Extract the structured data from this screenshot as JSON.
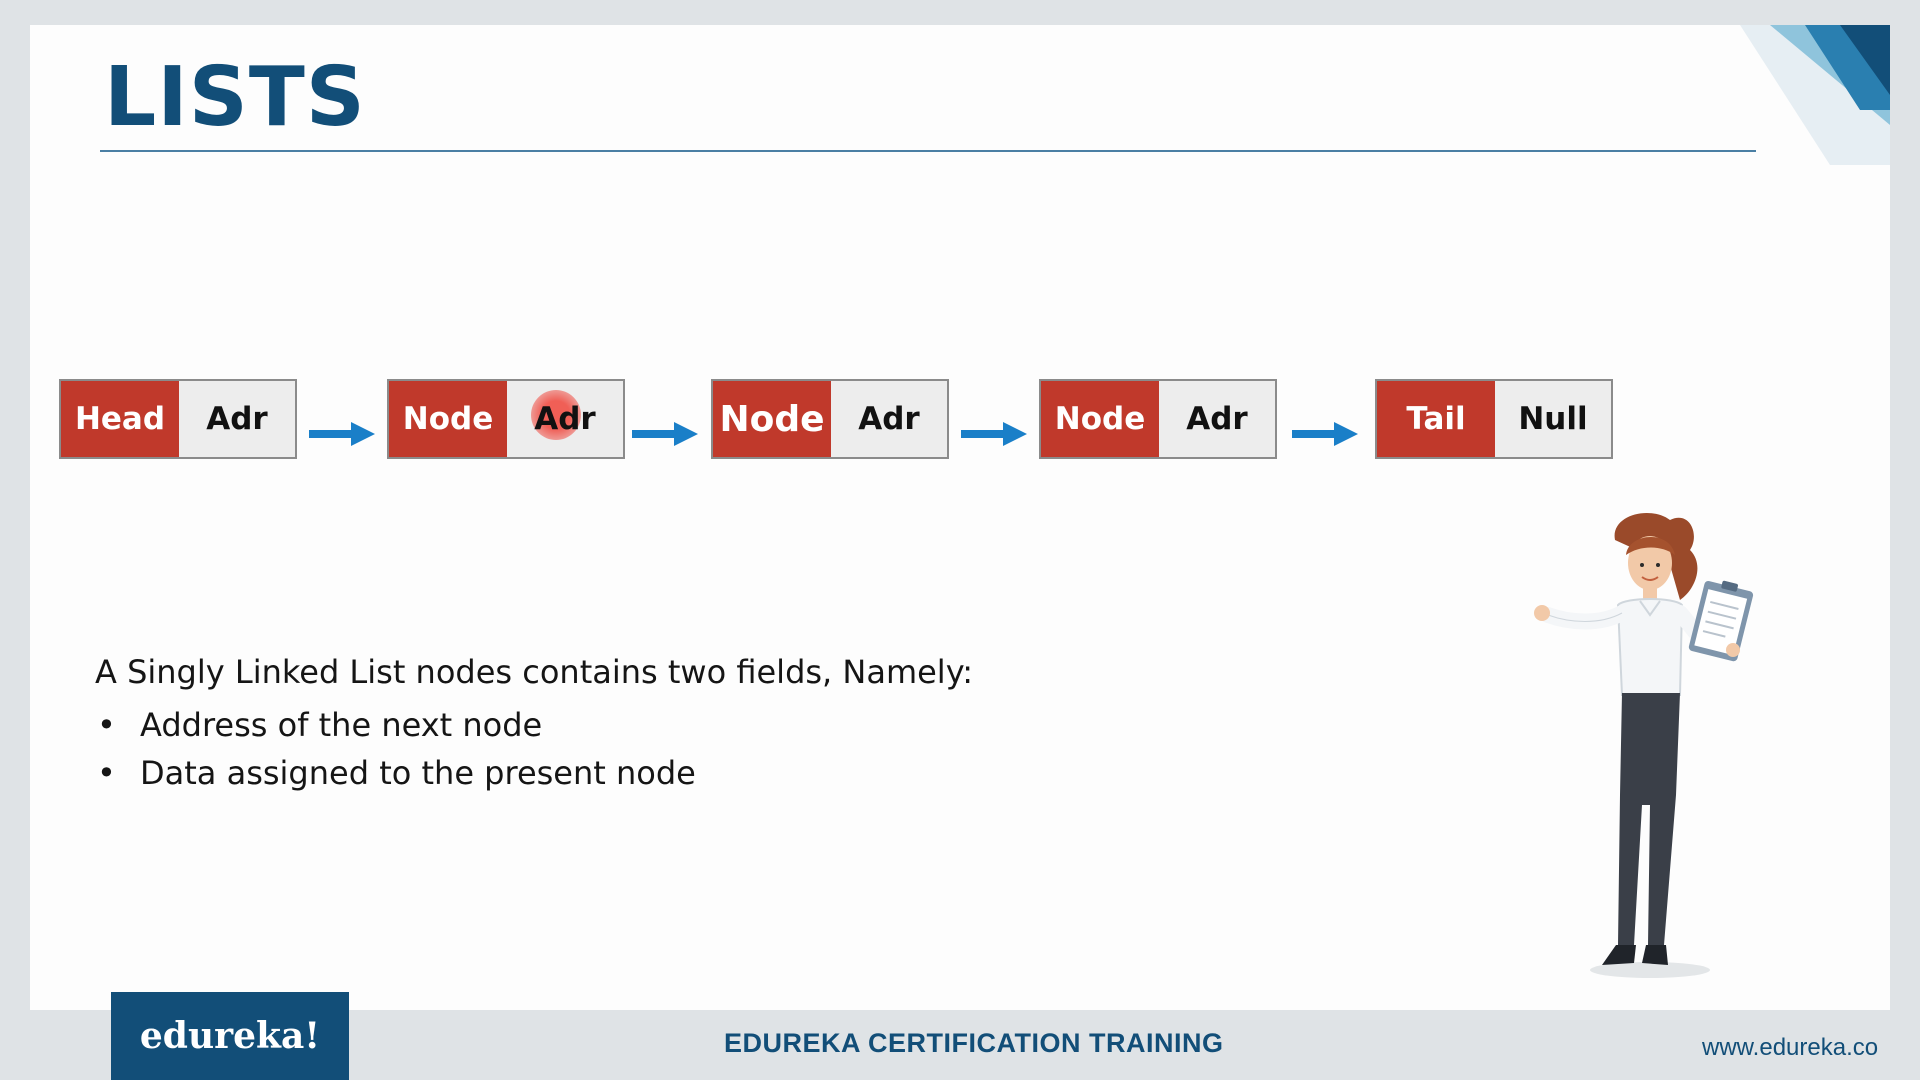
{
  "slide": {
    "title": "LISTS"
  },
  "linked_list": {
    "nodes": [
      {
        "label": "Head",
        "pointer": "Adr"
      },
      {
        "label": "Node",
        "pointer": "Adr"
      },
      {
        "label": "Node",
        "pointer": "Adr"
      },
      {
        "label": "Node",
        "pointer": "Adr"
      },
      {
        "label": "Tail",
        "pointer": "Null"
      }
    ]
  },
  "description": {
    "intro": "A Singly Linked List nodes contains two fields, Namely:",
    "bullets": [
      "Address of the next node",
      "Data assigned to the present node"
    ]
  },
  "footer": {
    "logo": "edureka!",
    "center": "EDUREKA CERTIFICATION TRAINING",
    "url": "www.edureka.co"
  },
  "colors": {
    "title": "#124e78",
    "node_label": "#c0392b",
    "node_pointer": "#ededed",
    "arrow": "#1a7fc8"
  }
}
